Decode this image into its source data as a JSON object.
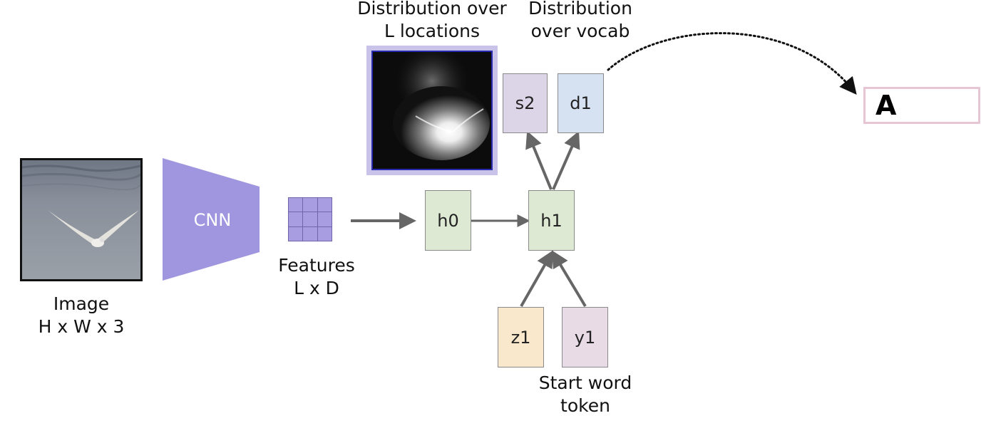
{
  "image": {
    "label_line1": "Image",
    "label_line2": "H x W x 3"
  },
  "cnn": {
    "label": "CNN",
    "color": "#a096e0"
  },
  "features": {
    "label_line1": "Features",
    "label_line2": "L x D",
    "color": "#a79de0"
  },
  "attention": {
    "label_line1": "Distribution over",
    "label_line2": "L locations"
  },
  "vocab": {
    "label_line1": "Distribution",
    "label_line2": "over vocab"
  },
  "nodes": {
    "h0": {
      "label": "h0",
      "color": "#dde9d3"
    },
    "h1": {
      "label": "h1",
      "color": "#dde9d3"
    },
    "s2": {
      "label": "s2",
      "color": "#dcd5e8"
    },
    "d1": {
      "label": "d1",
      "color": "#d6e2f1"
    },
    "z1": {
      "label": "z1",
      "color": "#fae8cc"
    },
    "y1": {
      "label": "y1",
      "color": "#e8dbe6"
    }
  },
  "start_token": {
    "label_line1": "Start word",
    "label_line2": "token"
  },
  "output": {
    "word": "A",
    "border_color": "#e6c6d3"
  }
}
